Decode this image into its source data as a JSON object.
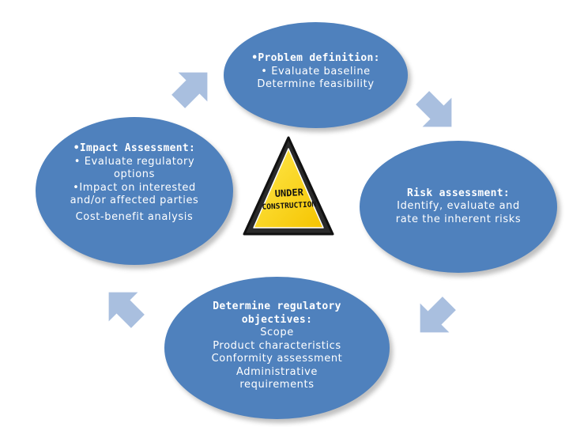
{
  "colors": {
    "ellipse_fill": "#4f81bd",
    "arrow_fill": "#a9bfdf",
    "sign_yellow": "#ffd200",
    "sign_border": "#1a1a1a"
  },
  "nodes": {
    "top": {
      "title": "•Problem definition:",
      "lines": [
        "• Evaluate baseline",
        "Determine feasibility"
      ]
    },
    "left": {
      "title": "•Impact Assessment:",
      "lines": [
        "• Evaluate regulatory",
        "options",
        "•Impact on interested",
        "and/or affected parties",
        "Cost-benefit analysis"
      ]
    },
    "right": {
      "title": "Risk assessment:",
      "lines": [
        "Identify, evaluate and",
        "rate the inherent risks"
      ]
    },
    "bottom": {
      "title": "Determine regulatory",
      "title2": "objectives:",
      "lines": [
        "Scope",
        "Product characteristics",
        "Conformity assessment",
        "Administrative",
        "requirements"
      ]
    }
  },
  "sign": {
    "line1": "UNDER",
    "line2": "CONSTRUCTION"
  },
  "arrows": [
    {
      "name": "arrow-left-to-top",
      "direction": "up-right"
    },
    {
      "name": "arrow-top-to-right",
      "direction": "down-right"
    },
    {
      "name": "arrow-right-to-bottom",
      "direction": "down-left"
    },
    {
      "name": "arrow-bottom-to-left",
      "direction": "up-left"
    }
  ]
}
